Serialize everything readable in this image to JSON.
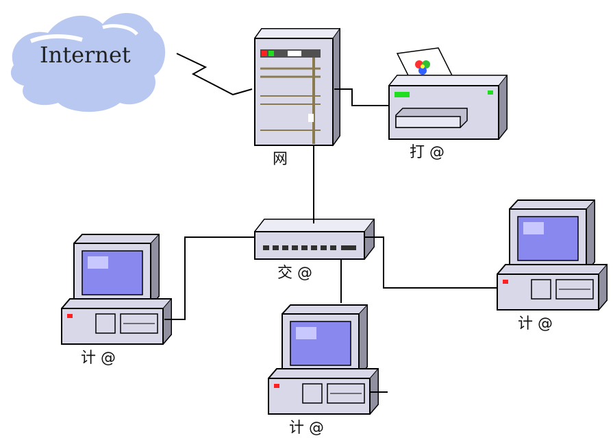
{
  "diagram": {
    "internet_label": "Internet",
    "server_label": "网",
    "printer_label": "打 @",
    "switch_label": "交 @",
    "computer_left_label": "计 @",
    "computer_bottom_label": "计 @",
    "computer_right_label": "计 @"
  },
  "colors": {
    "cloud": "#b8c8f0",
    "case": "#d8d8e8",
    "screen": "#8888ee",
    "outline": "#000000",
    "led_red": "#ff2020",
    "led_green": "#20dd20"
  }
}
